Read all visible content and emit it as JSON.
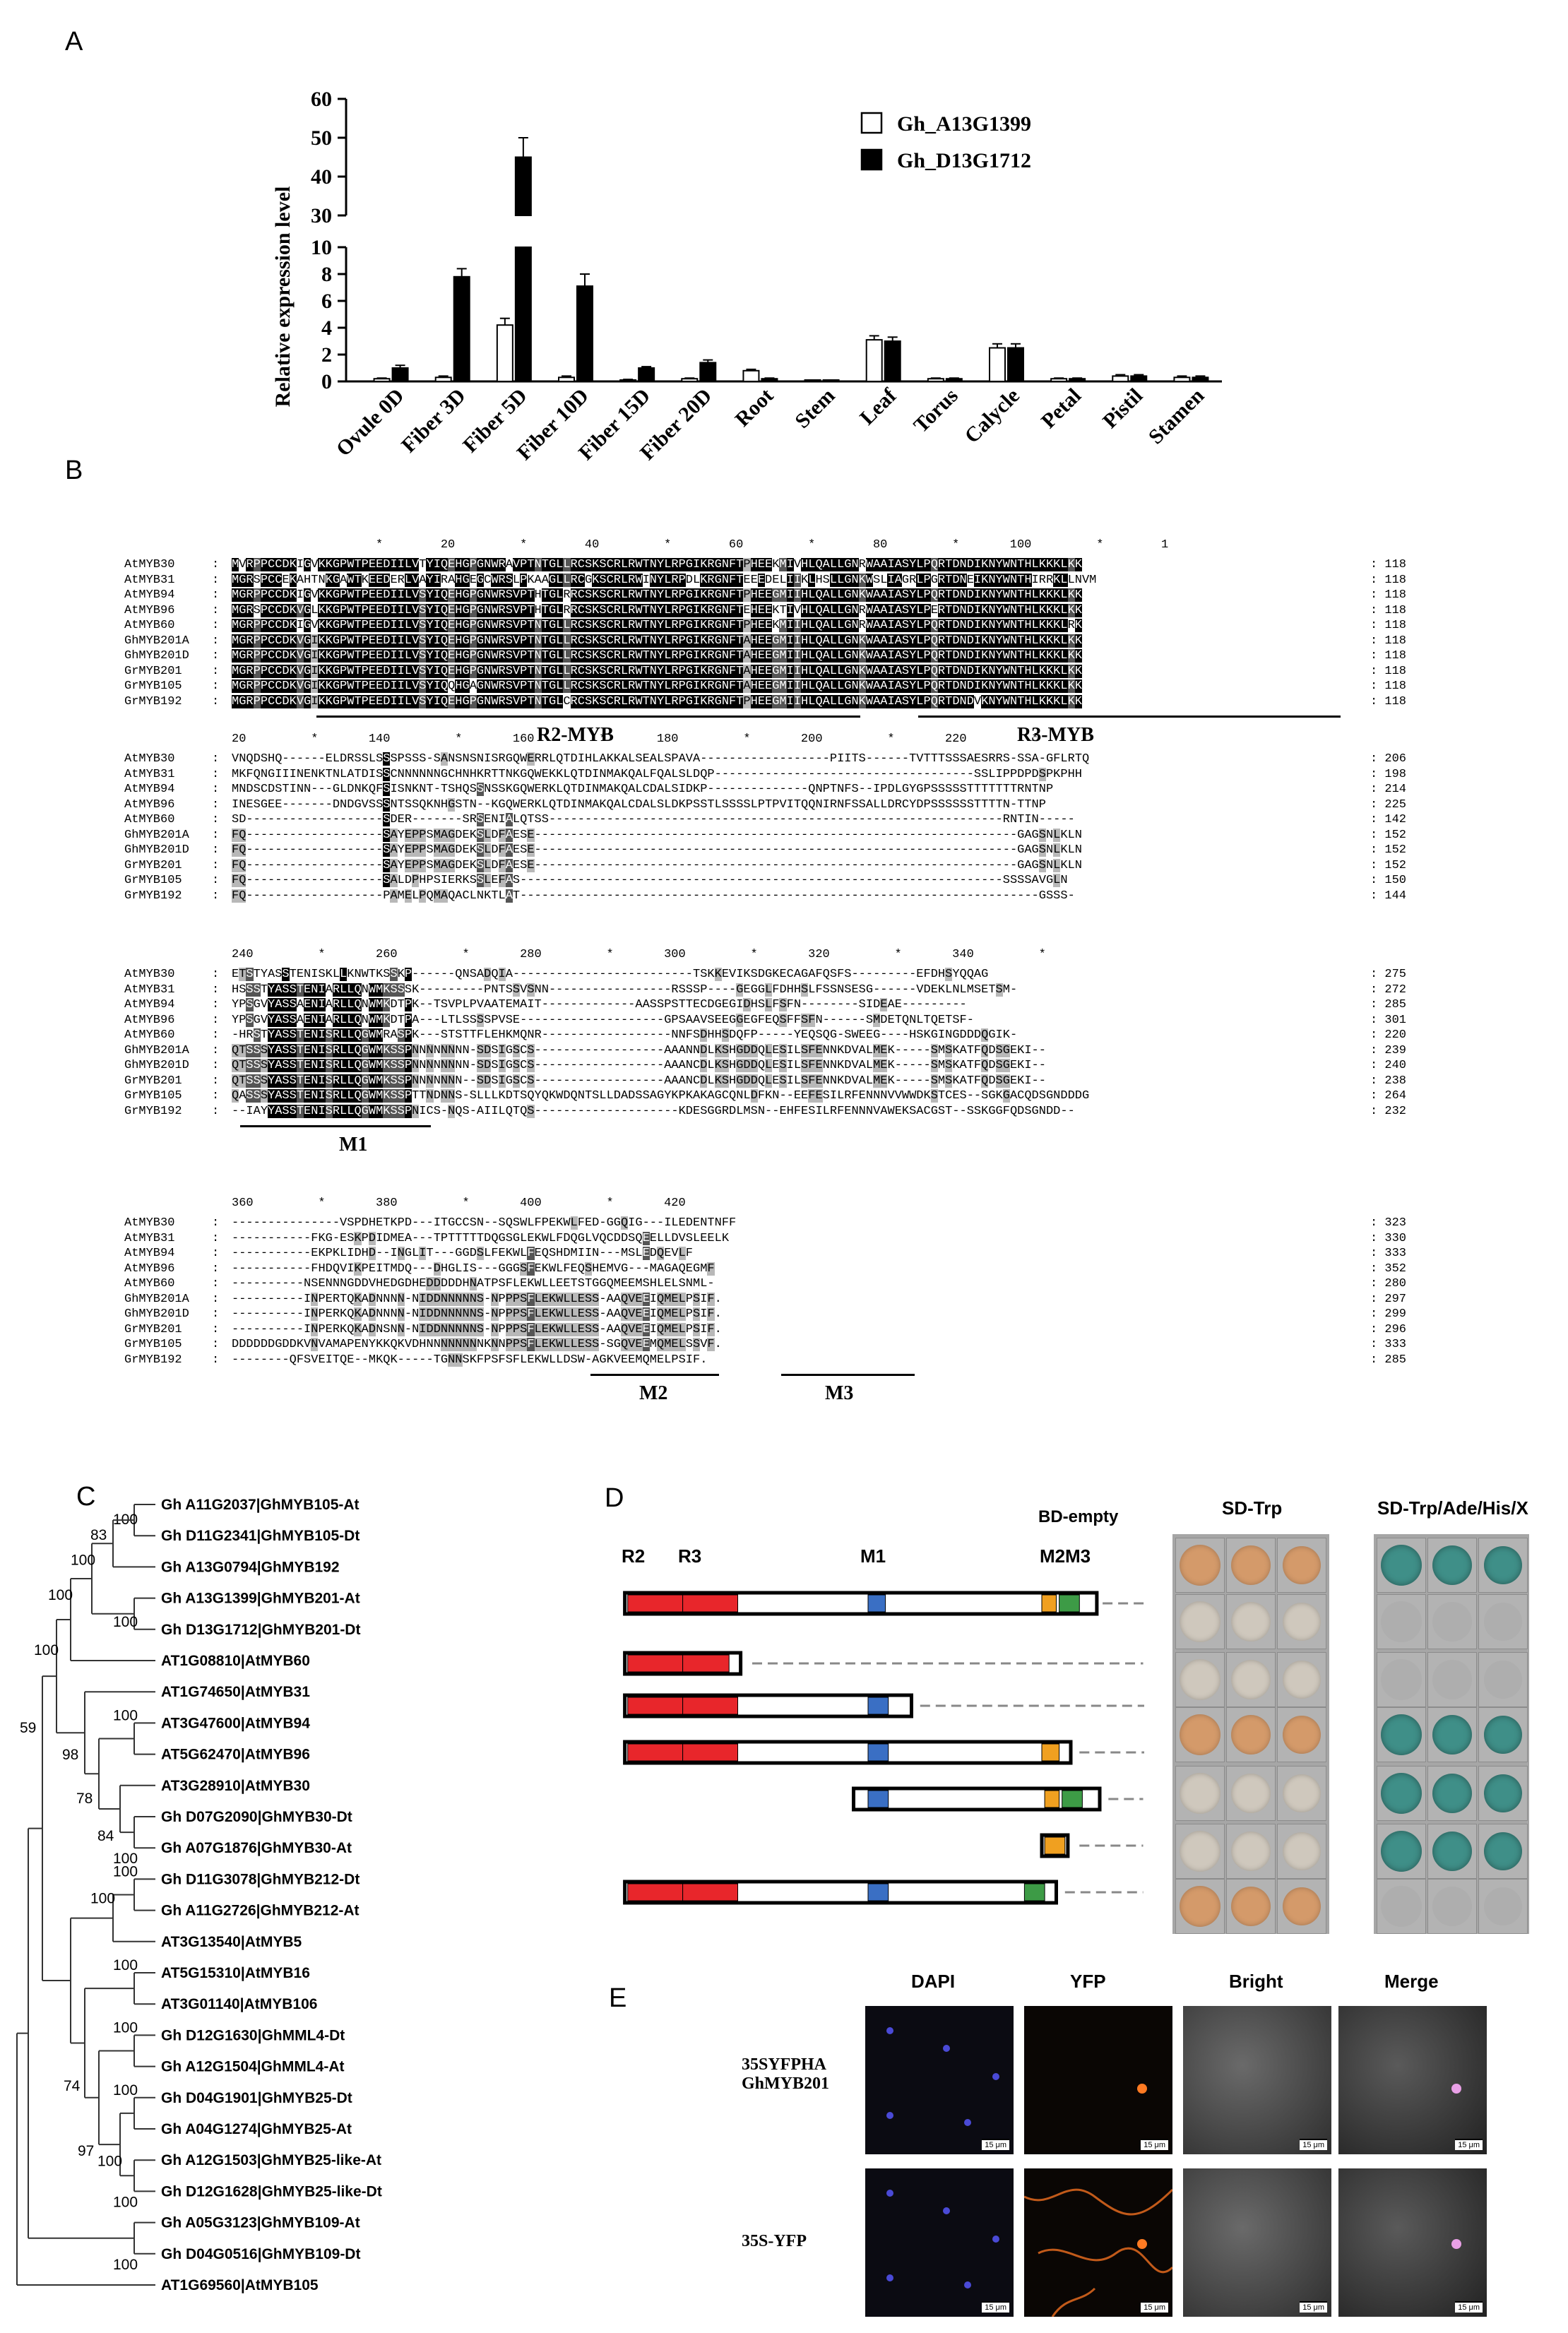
{
  "panel_labels": {
    "A": "A",
    "B": "B",
    "C": "C",
    "D": "D",
    "E": "E"
  },
  "chart_data": {
    "type": "bar",
    "ylabel": "Relative expression level",
    "y_axis_broken": true,
    "y_segments": [
      [
        0,
        10
      ],
      [
        30,
        60
      ]
    ],
    "y_ticks_lower": [
      "0",
      "2",
      "4",
      "6",
      "8",
      "10"
    ],
    "y_ticks_upper": [
      "30",
      "40",
      "50",
      "60"
    ],
    "categories": [
      "Ovule 0D",
      "Fiber 3D",
      "Fiber 5D",
      "Fiber 10D",
      "Fiber 15D",
      "Fiber 20D",
      "Root",
      "Stem",
      "Leaf",
      "Torus",
      "Calycle",
      "Petal",
      "Pistil",
      "Stamen"
    ],
    "series": [
      {
        "name": "Gh_A13G1399",
        "color": "#ffffff",
        "values": [
          0.2,
          0.3,
          4.2,
          0.3,
          0.1,
          0.2,
          0.8,
          0.05,
          3.1,
          0.2,
          2.5,
          0.2,
          0.4,
          0.3
        ],
        "errors": [
          0.05,
          0.1,
          0.5,
          0.1,
          0.05,
          0.05,
          0.1,
          0.02,
          0.3,
          0.05,
          0.3,
          0.05,
          0.1,
          0.1
        ]
      },
      {
        "name": "Gh_D13G1712",
        "color": "#000000",
        "values": [
          1.0,
          7.8,
          45,
          7.1,
          1.0,
          1.4,
          0.2,
          0.05,
          3.0,
          0.2,
          2.5,
          0.2,
          0.4,
          0.3
        ],
        "errors": [
          0.2,
          0.6,
          5,
          0.9,
          0.1,
          0.2,
          0.05,
          0.02,
          0.3,
          0.05,
          0.3,
          0.05,
          0.1,
          0.1
        ]
      }
    ],
    "legend_position": "top-right"
  },
  "alignment": {
    "blocks": [
      {
        "ruler": "                    *        20         *        40         *        60         *        80         *       100         *        1",
        "rows": [
          {
            "name": "AtMYB30 ",
            "seq": "MVRPPCCDKIGVKKGPWTPEEDIILVTYIQEHGPGNWRAVPTNTGLLRCSKSCRLRWTNYLRPGIKRGNFTPHEEKMIVHLQALLGNRWAAIASYLPQRTDNDIKNYWNTHLKKKLKK",
            "end": "118"
          },
          {
            "name": "AtMYB31 ",
            "seq": "MGRSPCCEKAHTNKGAWTKEEDERLVAYIRAHGEGCWRSLPKAAGLLRCGKSCRLRWINYLRPDLKRGNFTEEEDELIIKLHSLLGNKWSLIAGRLPGRTDNEIKNYWNTHIRRKLLNVM",
            "end": "118"
          },
          {
            "name": "AtMYB94 ",
            "seq": "MGRPPCCDKIGVKKGPWTPEEDIILVSYIQEHGPGNWRSVPTHTGLRRCSKSCRLRWTNYLRPGIKRGNFTPHEEGMIIHLQALLGNKWAAIASYLPQRTDNDIKNYWNTHLKKKLKK",
            "end": "118"
          },
          {
            "name": "AtMYB96 ",
            "seq": "MGRSPCCDKVGLKKGPWTPEEDIILVSYIQEHGPGNWRSVPTHTGLRRCSKSCRLRWTNYLRPGIKRGNFTEHEEKTIVHLQALLGNRWAAIASYLPERTDNDIKNYWNTHLKKKLKK",
            "end": "118"
          },
          {
            "name": "AtMYB60 ",
            "seq": "MGRPPCCDKIGVKKGPWTPEEDIILVSYIQEHGPGNWRSVPTNTGLLRCSKSCRLRWTNYLRPGIKRGNFTPHEEKMIIHLQALLGNRWAAIASYLPQRTDNDIKNYWNTHLKKKLRK",
            "end": "118"
          },
          {
            "name": "GhMYB201A",
            "seq": "MGRPPCCDKVGIKKGPWTPEEDIILVSYIQEHGPGNWRSVPTNTGLLRCSKSCRLRWTNYLRPGIKRGNFTAHEEGMIIHLQALLGNKWAAIASYLPQRTDNDIKNYWNTHLKKKLKK",
            "end": "118"
          },
          {
            "name": "GhMYB201D",
            "seq": "MGRPPCCDKVGIKKGPWTPEEDIILVSYIQEHGPGNWRSVPTNTGLLRCSKSCRLRWTNYLRPGIKRGNFTAHEEGMIIHLQALLGNKWAAIASYLPQRTDNDIKNYWNTHLKKKLKK",
            "end": "118"
          },
          {
            "name": "GrMYB201 ",
            "seq": "MGRPPCCDKVGIKKGPWTPEEDIILVSYIQEHGPGNWRSVPTNTGLLRCSKSCRLRWTNYLRPGIKRGNFTAHEEGMIIHLQALLGNKWAAIASYLPQRTDNDIKNYWNTHLKKKLKK",
            "end": "118"
          },
          {
            "name": "GrMYB105 ",
            "seq": "MGRPPCCDKVGIKKGPWTPEEDIILVSYIQQHGAGNWRSVPTNTGLLRCSKSCRLRWTNYLRPGIKRGNFTAHEEGMIIHLQALLGNKWAAIASYLPQRTDNDIKNYWNTHLKKKLKK",
            "end": "118"
          },
          {
            "name": "GrMYB192 ",
            "seq": "MGRPPCCDKVGIKKGPWTPEEDIILVSYIQEHGPGNWRSVPTNTGLCRCSKSCRLRWTNYLRPGIKRGNFTPHEEGMIIHLQALLGNKWAAIASYLPQRTDNDVKNYWNTHLKKKLKK",
            "end": "118"
          }
        ],
        "motifs": [
          {
            "label": "R2-MYB"
          },
          {
            "label": "R3-MYB"
          }
        ]
      },
      {
        "ruler": "20         *       140         *       160         *       180         *       200         *       220         *",
        "rows": [
          {
            "name": "AtMYB30 ",
            "seq": "VNQDSHQ------ELDRSSLSSSPSSS-SANSNSNISRGQWERRLQTDIHLAKKALSEALSPAVA------------------PIITS------TVTTTSSSAESRRS-SSA-GFLRTQ",
            "end": "206"
          },
          {
            "name": "AtMYB31 ",
            "seq": "MKFQNGIIINENKTNLATDISSCNNNNNNGCHNHKRTTNKGQWEKKLQTDINMAKQALFQALSLDQP------------------------------------SSLIPPDPDSPKPHH",
            "end": "198"
          },
          {
            "name": "AtMYB94 ",
            "seq": "MNDSCDSTINN---GLDNKQFSISNKNT-TSHQSSNSSKGQWERKLQTDINMAKQALCDALSIDKP--------------QNPTNFS--IPDLGYGPSSSSSTTTTTTTRNTNP",
            "end": "214"
          },
          {
            "name": "AtMYB96 ",
            "seq": "INESGEE-------DNDGVSSSNTSSQKNHGSTN--KGQWERKLQTDINMAKQALCDALSLDKPSSTLSSSSLPTPVITQQNIRNFSSALLDRCYDPSSSSSSTTTTN-TTNP",
            "end": "225"
          },
          {
            "name": "AtMYB60 ",
            "seq": "SD-------------------SDER-------SRSENIALQTSS---------------------------------------------------------------RNTIN-----",
            "end": "142"
          },
          {
            "name": "GhMYB201A",
            "seq": "FQ-------------------SAYEPPSMAGDEKSLDFAESE-------------------------------------------------------------------GAGSNLKLN",
            "end": "152"
          },
          {
            "name": "GhMYB201D",
            "seq": "FQ-------------------SAYEPPSMAGDEKSLDFAESE-------------------------------------------------------------------GAGSNLKLN",
            "end": "152"
          },
          {
            "name": "GrMYB201 ",
            "seq": "FQ-------------------SAYEPPSMAGDEKSLDFAESE-------------------------------------------------------------------GAGSNLKLN",
            "end": "152"
          },
          {
            "name": "GrMYB105 ",
            "seq": "FQ-------------------SALDPHPSIERKSSLEFAS-------------------------------------------------------------------SSSSAVGLN",
            "end": "150"
          },
          {
            "name": "GrMYB192 ",
            "seq": "FQ-------------------PAMELPQMAQACLNKTLAT------------------------------------------------------------------------GSSS-",
            "end": "144"
          }
        ]
      },
      {
        "ruler": "240         *       260         *       280         *       300         *       320         *       340         *",
        "rows": [
          {
            "name": "AtMYB30 ",
            "seq": "ETSTYASSTENISKLLKNWTKSSKP------QNSADQIA-------------------------TSKKEVIKSDGKECAGAFQSFS---------EFDHSYQQAG",
            "end": "275"
          },
          {
            "name": "AtMYB31 ",
            "seq": "HSSSTYASSTENIARLLQNWMKSSSK---------PNTSSVSNN-----------------RSSSP----GEGGLFDHHSLFSSNSESG------VDEKLNLMSETSM-",
            "end": "272"
          },
          {
            "name": "AtMYB94 ",
            "seq": "YPSGVYASSAENIARLLQNWMKDTPK--TSVPLPVAATEMAIT-------------AASSPSTTECDGEGIDHSLFSFN--------SIDEAE---------",
            "end": "285"
          },
          {
            "name": "AtMYB96 ",
            "seq": "YPSGVYASSAENIARLLQNWMKDTPA---LTLSSSSPVSE--------------------GPSAAVSEEGGEGFEQSFFSFN------SMDETQNLTQETSF-",
            "end": "301"
          },
          {
            "name": "AtMYB60 ",
            "seq": "-HRSTYASSTENISRLLQGWMRASPK---STSTTFLEHKMQNR------------------NNFSDHHSDQFP-----YEQSQG-SWEEG----HSKGINGDDDQGIK-",
            "end": "220"
          },
          {
            "name": "GhMYB201A",
            "seq": "QTSSSYASSTENISRLLQGWMKSSPNNNNNNNN-SDSIGSCS------------------AAANNDLKSHGDDQLESILSFENNKDVALMEK-----SMSKATFQDSGEKI--",
            "end": "239"
          },
          {
            "name": "GhMYB201D",
            "seq": "QTSSSYASSTENISRLLQGWMKSSPNNNNNNNN-SDSIGSCS------------------AAANCDLKSHGDDQLESILSFENNKDVALMEK-----SMSKATFQDSGEKI--",
            "end": "240"
          },
          {
            "name": "GrMYB201 ",
            "seq": "QTSSSYASSTENISRLLQGWMKSSPNNNNNNN--SDSIGSCS------------------AAANCDLKSHGDDQLESILSFENNKDVALMEK-----SMSKATFQDSGEKI--",
            "end": "238"
          },
          {
            "name": "GrMYB105 ",
            "seq": "QASSSYASSTENISRLLQGWMKSSPTTNDNNS-SLLLKDTSQYQKWDQNTSLLDADSSAGYKPKAKAGCQNLDFKN--EEFESILRFENNNVVWWDKSTCES--SGKGACQDSGNDDDG",
            "end": "264"
          },
          {
            "name": "GrMYB192 ",
            "seq": "--IAYYASSTENISRLLQGWMKSSPNICS-NQS-AIILQTQS--------------------KDESGGRDLMSN--EHFESILRFENNNVAWEKSACGST--SSKGGFQDSGNDD--",
            "end": "232"
          }
        ],
        "motifs": [
          {
            "label": "M1"
          }
        ]
      },
      {
        "ruler": "360         *       380         *       400         *       420",
        "rows": [
          {
            "name": "AtMYB30 ",
            "seq": "---------------VSPDHETKPD---ITGCCSN--SQSWLFPEKWLFED-GGQIG---ILEDENTNFF",
            "end": "323"
          },
          {
            "name": "AtMYB31 ",
            "seq": "-----------FKG-ESKPDIDMEA---TPTTTTTDQGSGLEKWLFDQGLVQCDDSQEELLDVSLEELK",
            "end": "330"
          },
          {
            "name": "AtMYB94 ",
            "seq": "-----------EKPKLIDHD--INGLIT---GGDSLFEKWLFEQSHDMIIN---MSLEDQEVLF",
            "end": "333"
          },
          {
            "name": "AtMYB96 ",
            "seq": "-----------FHDQVIKPEITMDQ---DHGLIS---GGGSFEKWLFEQSHEMVG---MAGAQEGMF",
            "end": "352"
          },
          {
            "name": "AtMYB60 ",
            "seq": "----------NSENNNGDDVHEDGDHEDDDDDHNATPSFLEKWLLEETSTGGQMEEMSHLELSNML-",
            "end": "280"
          },
          {
            "name": "GhMYB201A",
            "seq": "----------INPERTQKADNNNN-NIDDNNNNNS-NPPPSFLEKWLLESS-AAQVEEIQMELPSIF.",
            "end": "297"
          },
          {
            "name": "GhMYB201D",
            "seq": "----------INPERKQKADNNNN-NIDDNNNNNS-NPPPSFLEKWLLESS-AAQVEEIQMELPSIF.",
            "end": "299"
          },
          {
            "name": "GrMYB201 ",
            "seq": "----------INPERKQKADNSNN-NIDDNNNNNS-NPPPSFLEKWLLESS-AAQVEEIQMELPSIF.",
            "end": "296"
          },
          {
            "name": "GrMYB105 ",
            "seq": "DDDDDDGDDKVNVAMAPENYKKQKVDHNNNNNNNNKNNPPSFLEKWLLESS-SGQVEEMQMELSSVF.",
            "end": "333"
          },
          {
            "name": "GrMYB192 ",
            "seq": "--------QFSVEITQE--MKQK-----TGNNSKFPSFSFLEKWLLDSW-AGKVEEMQMELPSIF.",
            "end": "285"
          }
        ],
        "motifs": [
          {
            "label": "M2"
          },
          {
            "label": "M3"
          }
        ]
      }
    ]
  },
  "tree": {
    "leaves": [
      "Gh A11G2037|GhMYB105-At",
      "Gh D11G2341|GhMYB105-Dt",
      "Gh A13G0794|GhMYB192",
      "Gh A13G1399|GhMYB201-At",
      "Gh D13G1712|GhMYB201-Dt",
      "AT1G08810|AtMYB60",
      "AT1G74650|AtMYB31",
      "AT3G47600|AtMYB94",
      "AT5G62470|AtMYB96",
      "AT3G28910|AtMYB30",
      "Gh D07G2090|GhMYB30-Dt",
      "Gh A07G1876|GhMYB30-At",
      "Gh D11G3078|GhMYB212-Dt",
      "Gh A11G2726|GhMYB212-At",
      "AT3G13540|AtMYB5",
      "AT5G15310|AtMYB16",
      "AT3G01140|AtMYB106",
      "Gh D12G1630|GhMML4-Dt",
      "Gh A12G1504|GhMML4-At",
      "Gh D04G1901|GhMYB25-Dt",
      "Gh A04G1274|GhMYB25-At",
      "Gh A12G1503|GhMYB25-like-At",
      "Gh D12G1628|GhMYB25-like-Dt",
      "Gh A05G3123|GhMYB109-At",
      "Gh D04G0516|GhMYB109-Dt",
      "AT1G69560|AtMYB105"
    ],
    "bootstrap": [
      "100",
      "83",
      "100",
      "100",
      "100",
      "100",
      "100",
      "98",
      "78",
      "84",
      "100",
      "100",
      "100",
      "59",
      "100",
      "74",
      "100",
      "100",
      "97",
      "100",
      "100",
      "100",
      "100"
    ]
  },
  "domains": {
    "labels": {
      "r2": "R2",
      "r3": "R3",
      "m1": "M1",
      "m2": "M2",
      "m3": "M3",
      "bd_empty": "BD-empty"
    },
    "colors": {
      "r2": "#e8262b",
      "r3": "#e8262b",
      "m1": "#3a6fc4",
      "m2": "#f0a020",
      "m3": "#3d9b46"
    },
    "yeast_headers": {
      "sd_trp": "SD-Trp",
      "sd_quad": "SD-Trp/Ade/His/X"
    }
  },
  "micro": {
    "headers": [
      "DAPI",
      "YFP",
      "Bright",
      "Merge"
    ],
    "row_labels": [
      "35SYFPHA\nGhMYB201",
      "35S-YFP"
    ],
    "scale": "15 μm"
  }
}
